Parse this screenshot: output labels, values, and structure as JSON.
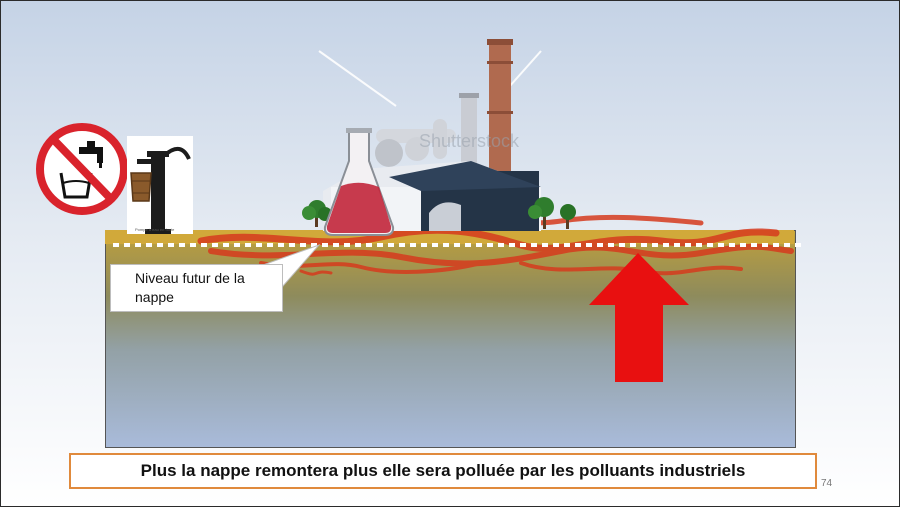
{
  "diagram": {
    "label": "Niveau futur de la nappe",
    "caption": "Plus la nappe remontera plus elle sera polluée par les polluants industriels",
    "page_number": "74",
    "watermark": "Shutterstock",
    "pump_caption": "Pompe à eau en fonte",
    "icons": [
      "no-drinking-water-icon",
      "water-pump-icon",
      "factory-icon",
      "flask-icon",
      "arrow-up-icon"
    ],
    "colors": {
      "pollution": "#d63b1e",
      "arrow": "#e81010",
      "sign": "#d9232c",
      "caption_border": "#e08a3c"
    }
  }
}
